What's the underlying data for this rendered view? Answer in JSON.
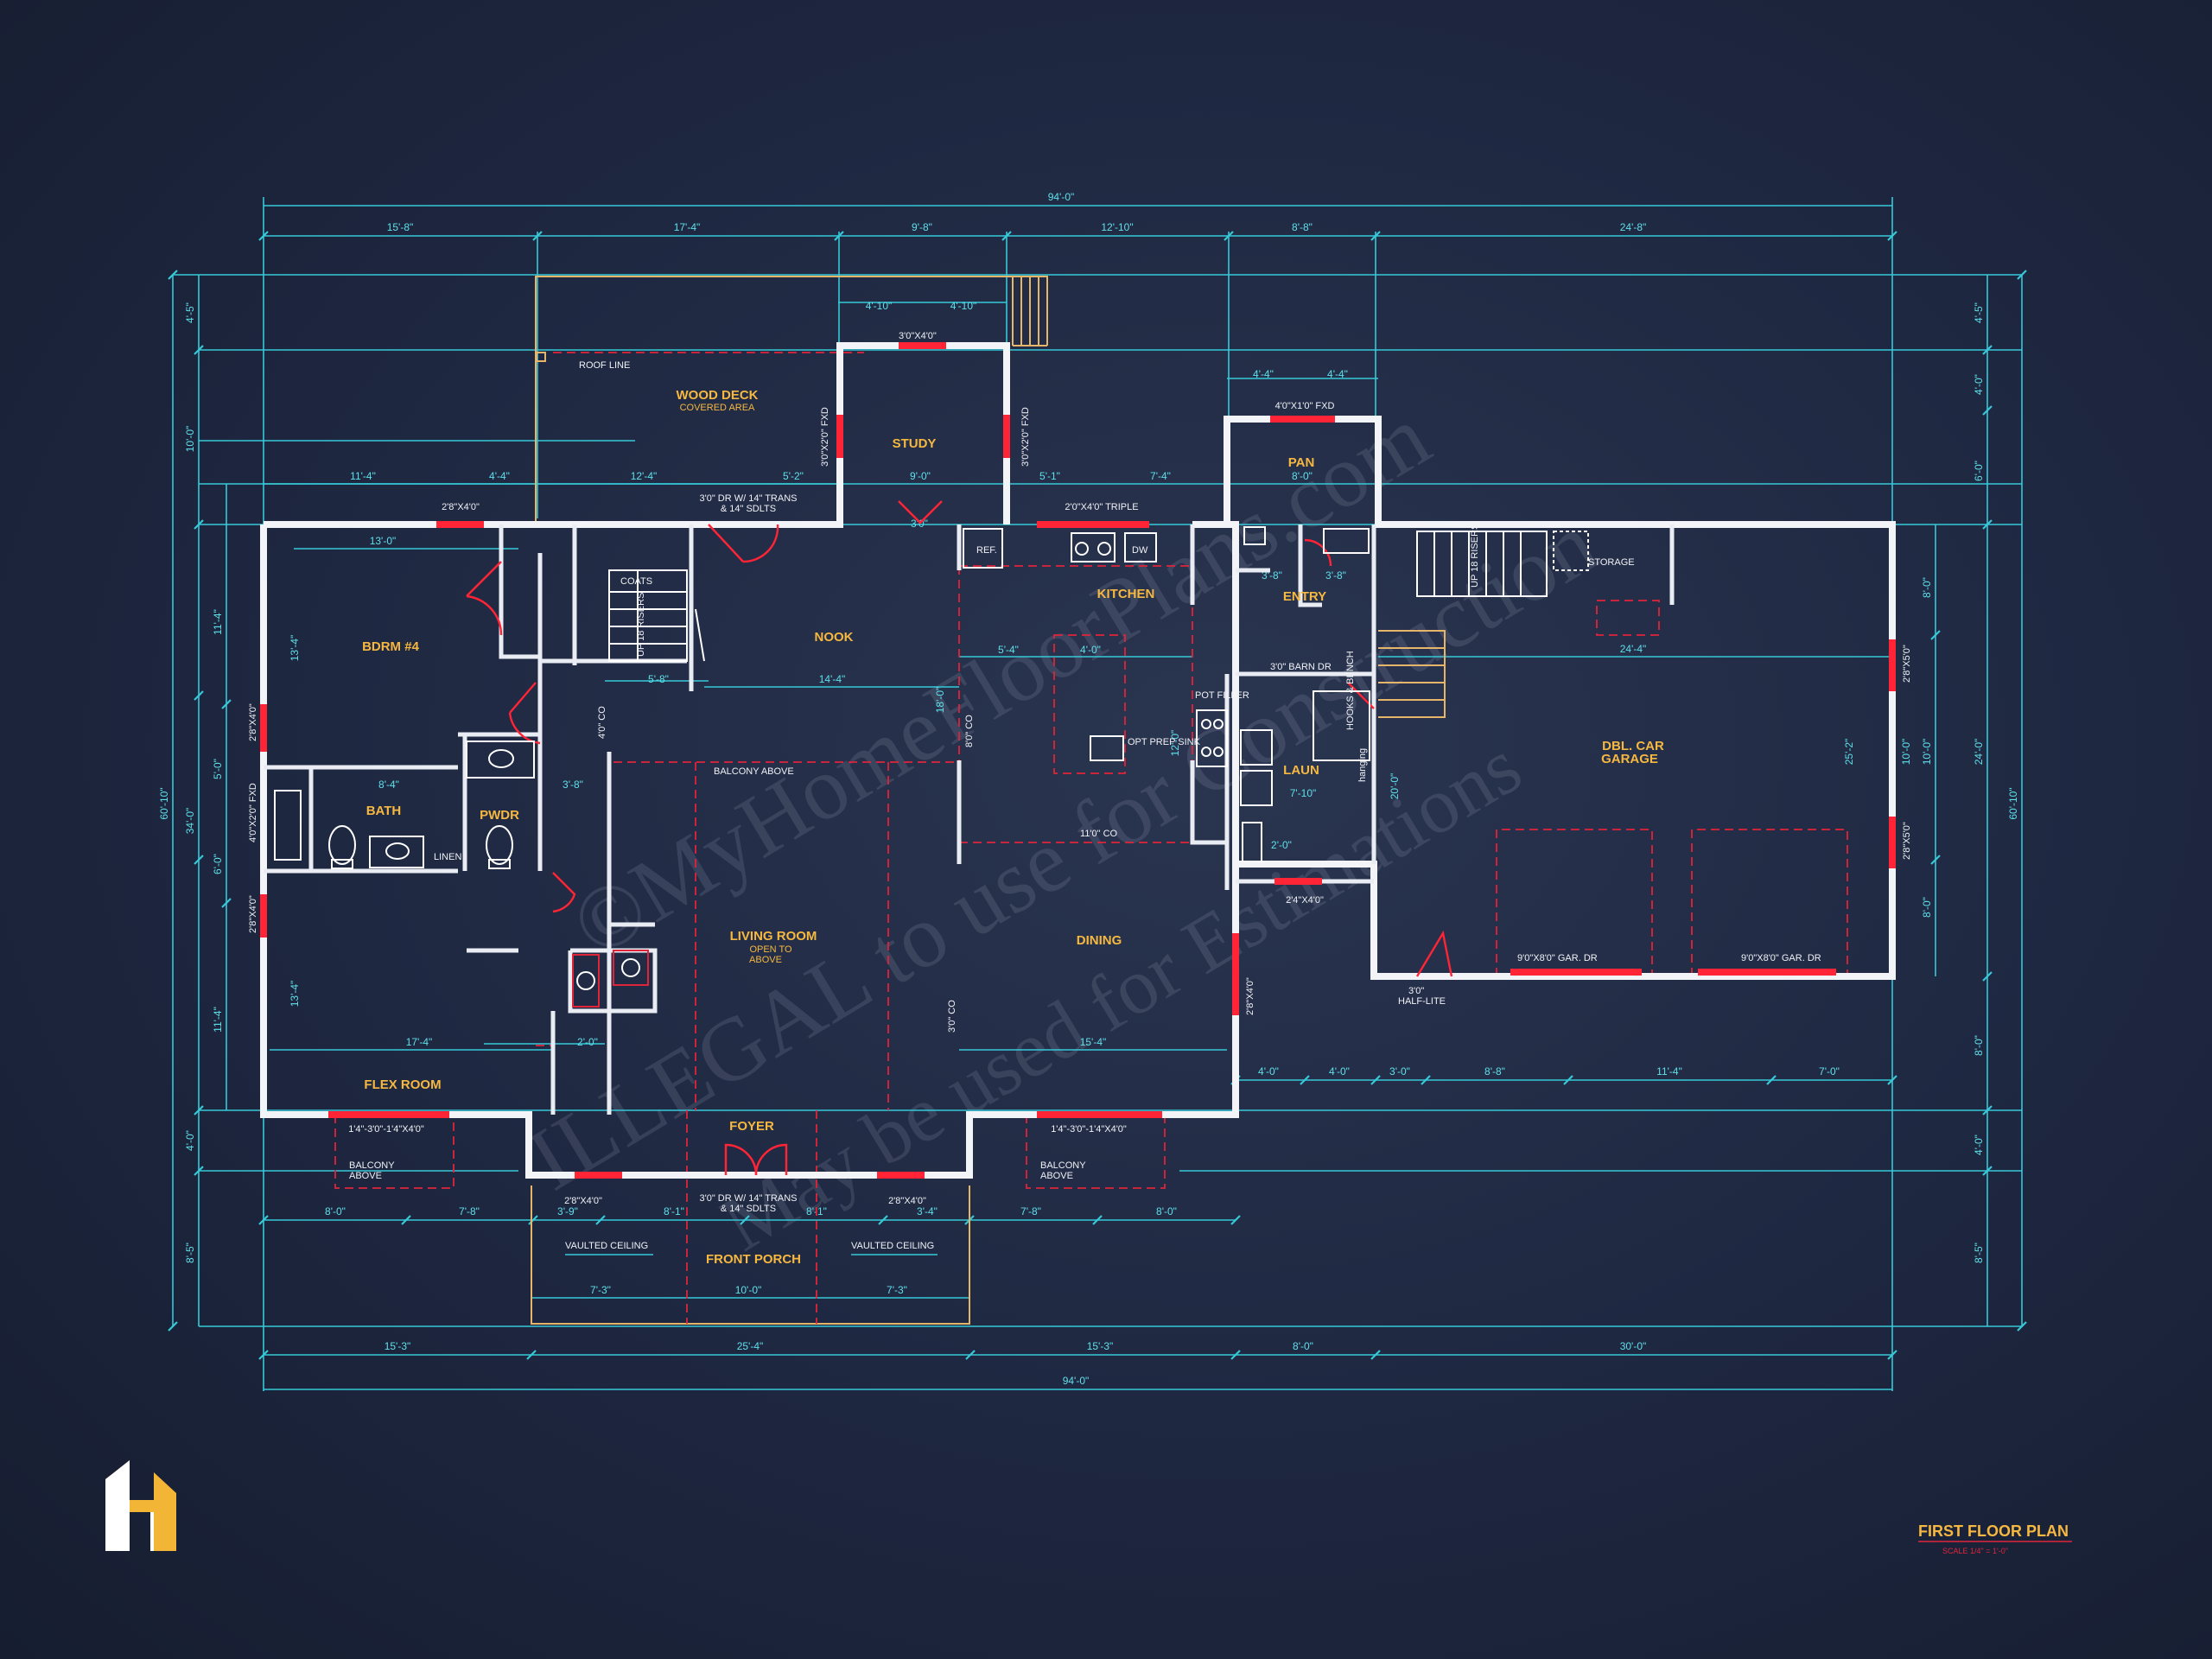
{
  "title_block": {
    "title": "FIRST FLOOR PLAN",
    "scale": "SCALE 1/4\" = 1'-0\""
  },
  "logo": {
    "icon": "house-h-logo-icon",
    "color": "#f2b535"
  },
  "watermark": {
    "line1": "©MyHomeFloorPlans.com",
    "line2": "ILLEGAL to use for Construction",
    "line3": "May be used for Estimations"
  },
  "rooms": {
    "wood_deck": "WOOD DECK",
    "wood_deck_sub": "COVERED AREA",
    "study": "STUDY",
    "pan": "PAN",
    "kitchen": "KITCHEN",
    "entry": "ENTRY",
    "bdrm4": "BDRM #4",
    "nook": "NOOK",
    "bath": "BATH",
    "pwdr": "PWDR",
    "laun": "LAUN",
    "living": "LIVING ROOM",
    "living_sub1": "OPEN TO",
    "living_sub2": "ABOVE",
    "dining": "DINING",
    "garage1": "DBL. CAR",
    "garage2": "GARAGE",
    "flex": "FLEX ROOM",
    "foyer": "FOYER",
    "porch": "FRONT PORCH"
  },
  "labels": {
    "roof_line": "ROOF LINE",
    "coats": "COATS",
    "ref": "REF.",
    "dw": "DW",
    "storage": "STORAGE",
    "linen": "LINEN",
    "pot_filler": "POT FILLER",
    "opt_prep_sink": "OPT PREP SINK",
    "hooks_bench": "HOOKS & BENCH",
    "hanging": "hanging",
    "balcony_above": "BALCONY ABOVE",
    "balcony": "BALCONY",
    "above": "ABOVE",
    "vaulted_ceiling": "VAULTED CEILING",
    "half_lite": "HALF-LITE",
    "barn_dr": "3'0\" BARN DR",
    "gar_dr": "9'0\"X8'0\" GAR. DR",
    "study_win": "3'0\"X4'0\"",
    "study_fxd": "3'0\"X2'0\" FXD",
    "deck_dr1": "3'0\" DR W/ 14\" TRANS",
    "deck_dr2": "& 14\" SDLTS",
    "triple": "2'0\"X4'0\" TRIPLE",
    "pan_win": "4'0\"X1'0\" FXD",
    "bdrm_win": "2'8\"X4'0\"",
    "flex_win": "1'4\"-3'0\"-1'4\"X4'0\"",
    "garage_win": "2'8\"X5'0\"",
    "laun_win": "2'4\"X4'0\"",
    "side_fxd": "4'0\"X2'0\" FXD",
    "front_win": "2'8\"X4'0\"",
    "front_dr1": "3'0\" DR W/ 14\" TRANS",
    "front_dr2": "& 14\" SDLTS",
    "up_stairs": "UP 18 RISERS",
    "co_11": "11'0\" CO",
    "co_4": "4'0\" CO",
    "co_8": "8'0\" CO",
    "co_3": "3'0\" CO",
    "half_lite_dr": "3'0\""
  },
  "dims": {
    "overall_top": "94'-0\"",
    "overall_bottom": "94'-0\"",
    "top_segments": [
      "15'-8\"",
      "17'-4\"",
      "9'-8\"",
      "12'-10\"",
      "8'-8\"",
      "24'-8\""
    ],
    "bottom_segments": [
      "15'-3\"",
      "25'-4\"",
      "15'-3\"",
      "8'-0\"",
      "30'-0\""
    ],
    "lower_row": [
      "8'-0\"",
      "7'-8\"",
      "3'-9\"",
      "8'-1\"",
      "8'-1\"",
      "3'-4\"",
      "7'-8\"",
      "8'-0\""
    ],
    "garage_row": [
      "4'-0\"",
      "4'-0\"",
      "3'-0\"",
      "8'-8\"",
      "11'-4\"",
      "7'-0\""
    ],
    "left_total": "60'-10\"",
    "left_mid": "34'-0\"",
    "right_total": "60'-10\"",
    "right_mid": "24'-0\"",
    "left_segments": [
      "4'-5\"",
      "10'-0\"",
      "11'-4\"",
      "5'-0\"",
      "6'-0\"",
      "11'-4\"",
      "4'-0\"",
      "8'-5\""
    ],
    "right_segments": [
      "4'-5\"",
      "4'-0\"",
      "6'-0\"",
      "8'-0\"",
      "10'-0\"",
      "8'-0\"",
      "8'-0\"",
      "4'-0\"",
      "8'-5\""
    ],
    "porch_row": [
      "7'-3\"",
      "10'-0\"",
      "7'-3\""
    ],
    "misc": [
      "11'-4\"",
      "4'-4\"",
      "12'-4\"",
      "5'-2\"",
      "9'-0\"",
      "5'-1\"",
      "7'-4\"",
      "13'-0\"",
      "14'-4\"",
      "5'-4\"",
      "4'-0\"",
      "24'-4\"",
      "20'-0\"",
      "15'-4\"",
      "17'-4\"",
      "8'-4\"",
      "4'-0\"",
      "3'-8\"",
      "2'-0\"",
      "5'-8\"",
      "4'-10\"",
      "4'-10\"",
      "4'-4\"",
      "4'-4\"",
      "8'-0\"",
      "3'-8\"",
      "3'-8\"",
      "7'-10\"",
      "2'-0\"",
      "25'-2\"",
      "25'-2\"",
      "10'-0\"",
      "18'-0\"",
      "12'-0\"",
      "13'-4\"",
      "13'-4\"",
      "3'0\""
    ]
  },
  "colors": {
    "dimension": "#36c9d8",
    "wall": "#f2f4f8",
    "window": "#ff2436",
    "room_label": "#f6b840",
    "outline": "#e7b56a"
  }
}
